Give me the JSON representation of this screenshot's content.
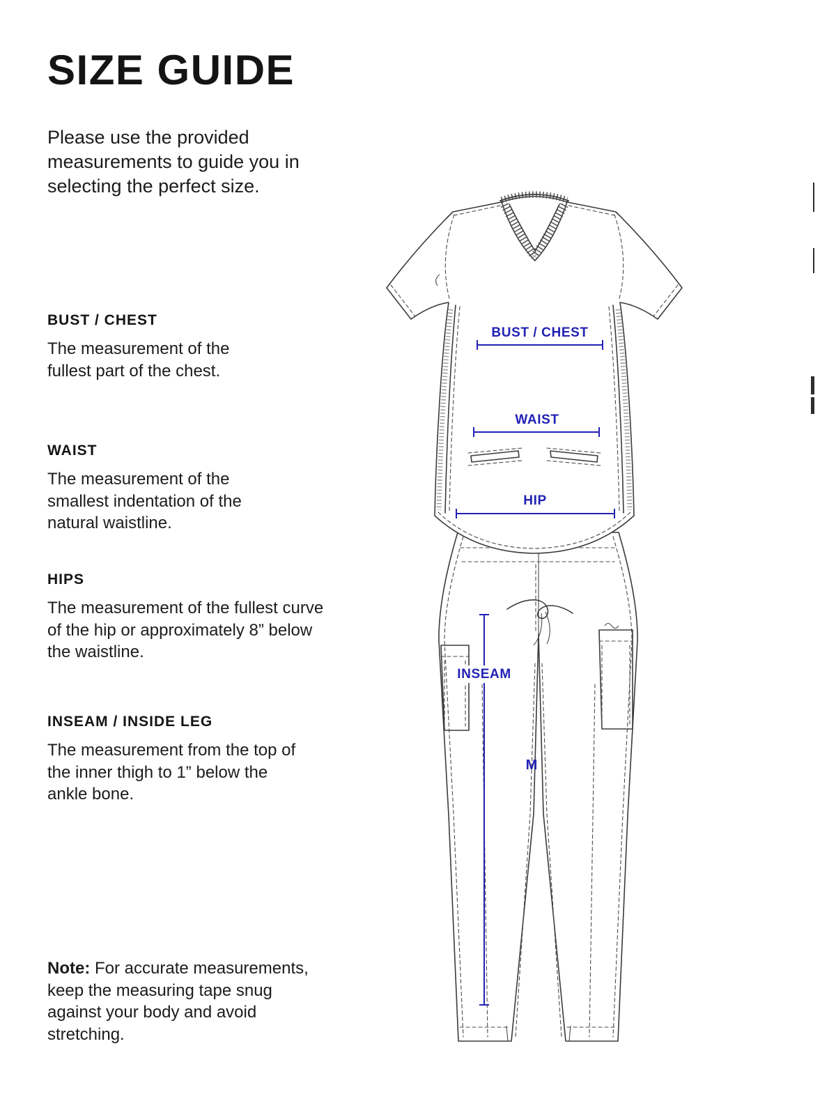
{
  "page": {
    "title": "SIZE GUIDE",
    "intro": "Please use the provided measurements to guide you in selecting the perfect size."
  },
  "sections": [
    {
      "heading": "BUST / CHEST",
      "body": "The measurement of the fullest part of the chest."
    },
    {
      "heading": "WAIST",
      "body": "The measurement of the smallest indentation of the natural waistline."
    },
    {
      "heading": "HIPS",
      "body": "The measurement of the fullest curve of the hip or approximately 8” below the waistline."
    },
    {
      "heading": "INSEAM / INSIDE LEG",
      "body": "The measurement from the top of the inner thigh to 1” below the ankle bone."
    }
  ],
  "note": {
    "label": "Note:",
    "body": "For accurate measurements, keep the measuring tape snug against your body and avoid stretching."
  },
  "diagram": {
    "labels": {
      "bust": "BUST / CHEST",
      "waist": "WAIST",
      "hip": "HIP",
      "inseam": "INSEAM",
      "size": "M"
    },
    "colors": {
      "accent": "#2222b4",
      "line": "#3b3b3b"
    }
  }
}
